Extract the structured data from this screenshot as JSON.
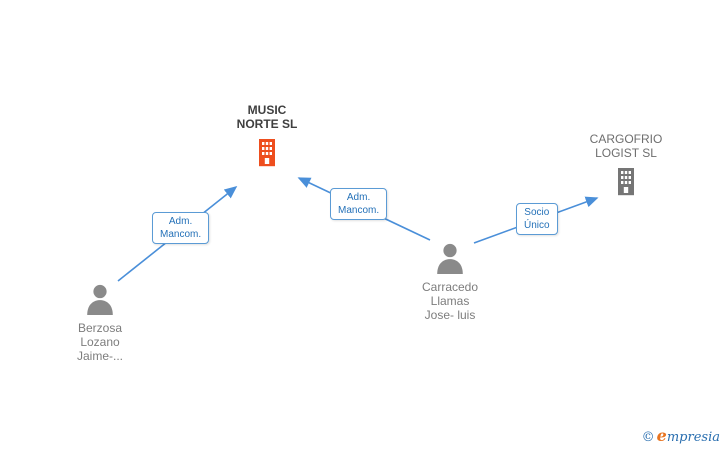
{
  "nodes": {
    "music": {
      "line1": "MUSIC",
      "line2": "NORTE SL"
    },
    "cargofrio": {
      "line1": "CARGOFRIO",
      "line2": "LOGIST SL"
    },
    "berzosa": {
      "line1": "Berzosa",
      "line2": "Lozano",
      "line3": "Jaime-..."
    },
    "carracedo": {
      "line1": "Carracedo",
      "line2": "Llamas",
      "line3": "Jose- luis"
    }
  },
  "relations": {
    "berzosa_music": {
      "line1": "Adm.",
      "line2": "Mancom."
    },
    "carracedo_music": {
      "line1": "Adm.",
      "line2": "Mancom."
    },
    "carracedo_cargofrio": {
      "line1": "Socio",
      "line2": "Único"
    }
  },
  "footer": {
    "copyright": "©",
    "brand_first_letter": "e",
    "brand_rest": "mpresia"
  },
  "colors": {
    "arrow_blue": "#4a8fd9",
    "label_blue": "#2471b8",
    "highlight_orange": "#ee4e1e",
    "icon_gray": "#8a8a8a"
  }
}
